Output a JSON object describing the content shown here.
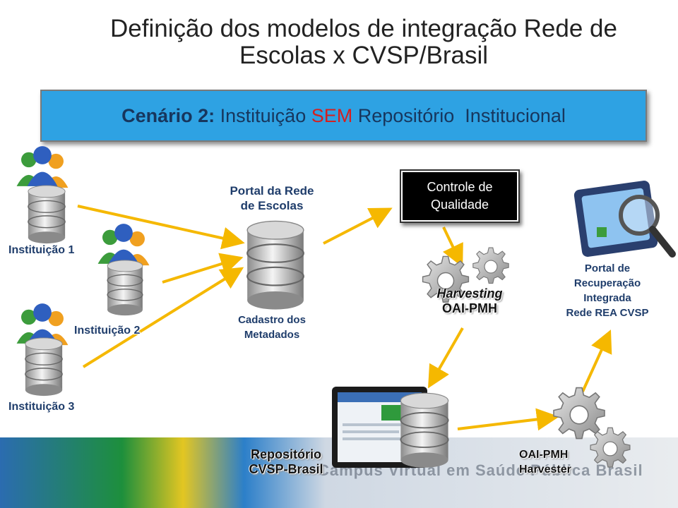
{
  "title_line1": "Definição dos modelos de integração Rede de",
  "title_line2": "Escolas x CVSP/Brasil",
  "scenario": {
    "bold": "Cenário 2:",
    "part1": " Instituição ",
    "red": "SEM",
    "part2": " Repositório  Institucional"
  },
  "institutions": [
    "Instituição 1",
    "Instituição 2",
    "Instituição 3"
  ],
  "portal": {
    "line1": "Portal da Rede",
    "line2": "de Escolas"
  },
  "cadastro": {
    "line1": "Cadastro dos",
    "line2": "Metadados"
  },
  "quality": {
    "line1": "Controle de",
    "line2": "Qualidade"
  },
  "harvesting": {
    "line1": "Harvesting",
    "line2": "OAI-PMH"
  },
  "recovery_portal": {
    "line1": "Portal de",
    "line2": "Recuperação",
    "line3": "Integrada",
    "line4": "Rede REA CVSP"
  },
  "repository": {
    "line1": "Repositório",
    "line2": "CVSP-Brasil"
  },
  "harvester": {
    "line1": "OAI-PMH",
    "line2": "Harvester"
  },
  "footer": "Campus Virtual em Saúde Pública Brasil",
  "colors": {
    "arrow": "#f5b800",
    "scenario_bg": "#2ea2e3",
    "accent_red": "#d42020"
  }
}
